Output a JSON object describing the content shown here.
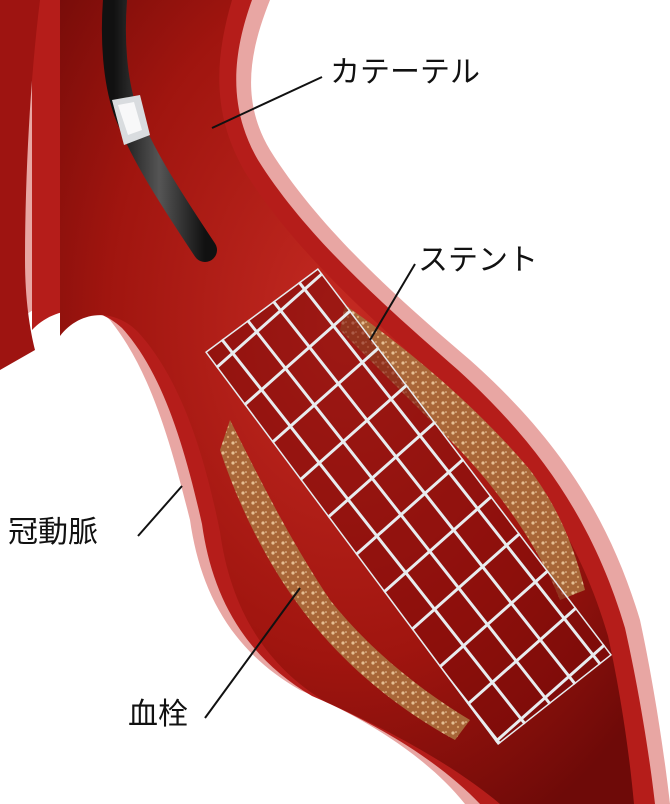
{
  "labels": {
    "catheter": "カテーテル",
    "stent": "ステント",
    "artery": "冠動脈",
    "thrombus": "血栓"
  },
  "colors": {
    "background": "#ffffff",
    "vessel_outer": "#e8a6a3",
    "vessel_wall": "#b51d1a",
    "vessel_lumen": "#8a0e0c",
    "plaque": "#b57a4a",
    "stent_wire": "#e8ecef",
    "catheter": "#2a2a2a",
    "label_text": "#111111"
  },
  "icons": [
    "catheter-icon",
    "stent-mesh-icon"
  ]
}
